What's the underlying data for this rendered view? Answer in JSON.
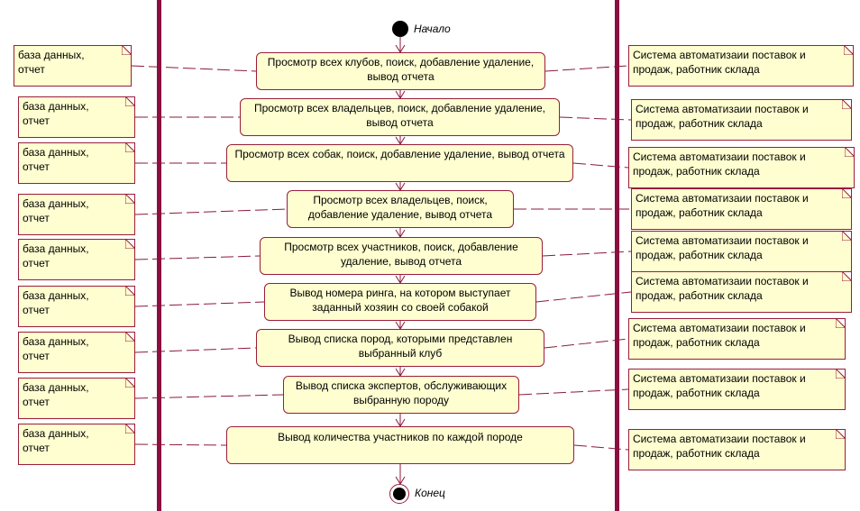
{
  "diagram": {
    "start_label": "Начало",
    "end_label": "Конец",
    "actions": [
      "Просмотр всех клубов, поиск, добавление удаление, вывод отчета",
      "Просмотр всех владельцев, поиск, добавление удаление, вывод отчета",
      "Просмотр всех собак, поиск, добавление удаление, вывод отчета",
      "Просмотр всех владельцев, поиск, добавление удаление, вывод отчета",
      "Просмотр всех участников, поиск, добавление удаление, вывод отчета",
      "Вывод номера ринга, на котором выступает заданный хозяин со своей собакой",
      "Вывод списка пород, которыми представлен выбранный клуб",
      "Вывод списка экспертов, обслуживающих выбранную породу",
      "Вывод количества участников по каждой породе"
    ],
    "left_notes": [
      "база данных,\nотчет",
      "база данных,\nотчет",
      "база данных,\nотчет",
      "база данных,\nотчет",
      "база данных,\nотчет",
      "база данных,\nотчет",
      "база данных,\nотчет",
      "база данных,\nотчет",
      "база данных,\nотчет"
    ],
    "right_notes": [
      "Система автоматизаии поставок и\nпродаж, работник склада",
      "Система автоматизаии поставок и\nпродаж, работник склада",
      "Система автоматизаии поставок и\nпродаж, работник склада",
      "Система автоматизаии поставок и\nпродаж, работник склада",
      "Система автоматизаии поставок и\nпродаж, работник склада",
      "Система автоматизаии поставок и\nпродаж, работник склада",
      "Система автоматизаии поставок и\nпродаж, работник склада",
      "Система автоматизаии поставок и\nпродаж, работник склада",
      "Система автоматизаии поставок и\nпродаж, работник склада"
    ],
    "colors": {
      "fill": "#fefed0",
      "border": "#9a1d3a",
      "swimlane": "#8b0f3f",
      "connector": "#8b1a3a",
      "node": "#000000"
    }
  }
}
